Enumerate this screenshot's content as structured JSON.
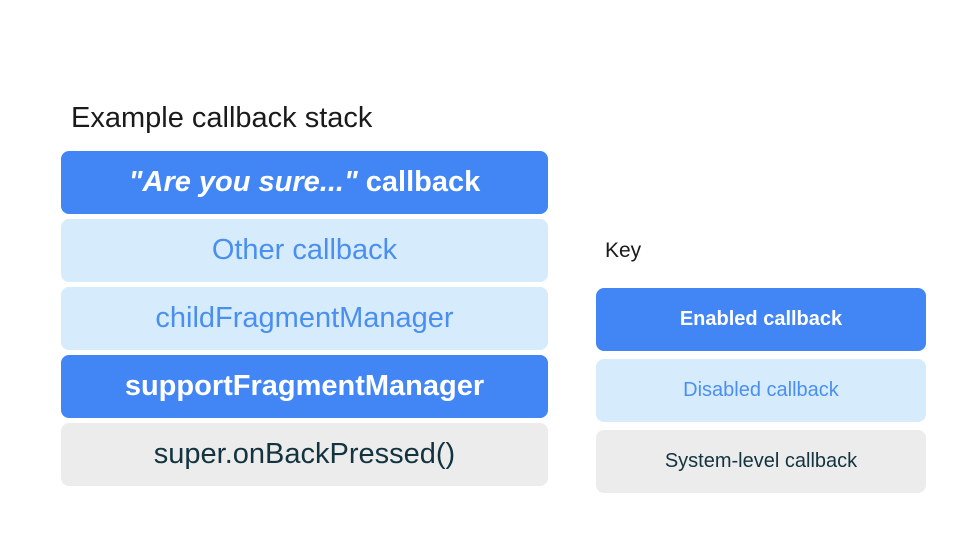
{
  "title": "Example callback stack",
  "stack": {
    "items": [
      {
        "italic_part": "\"Are you sure...\"",
        "rest": " callback",
        "state": "enabled"
      },
      {
        "label": "Other callback",
        "state": "disabled"
      },
      {
        "label": "childFragmentManager",
        "state": "disabled"
      },
      {
        "label": "supportFragmentManager",
        "state": "enabled"
      },
      {
        "label": "super.onBackPressed()",
        "state": "system"
      }
    ]
  },
  "key": {
    "label": "Key",
    "items": [
      {
        "label": "Enabled callback",
        "state": "enabled"
      },
      {
        "label": "Disabled callback",
        "state": "disabled"
      },
      {
        "label": "System-level callback",
        "state": "system"
      }
    ]
  },
  "colors": {
    "enabled_bg": "#4285f4",
    "enabled_text": "#ffffff",
    "disabled_bg": "#d6ecfc",
    "disabled_text": "#4a8ff0",
    "system_bg": "#ececec",
    "system_text": "#13333f"
  }
}
